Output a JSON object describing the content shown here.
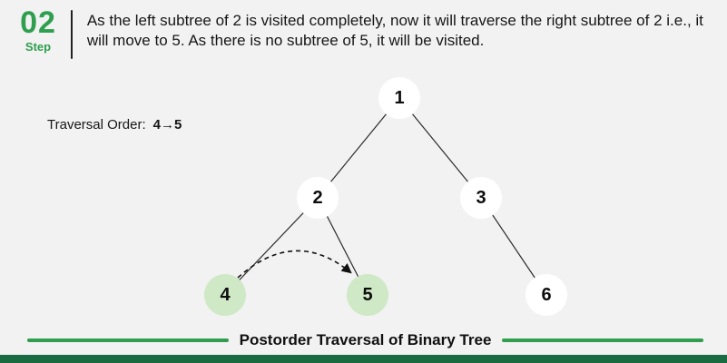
{
  "step": {
    "number": "02",
    "label": "Step"
  },
  "description": "As the left subtree of 2 is visited completely, now it will traverse the right subtree of 2 i.e., it will move to 5. As there is no subtree of 5, it will be visited.",
  "traversal": {
    "label": "Traversal Order:",
    "value": "4→5"
  },
  "tree": {
    "nodes": [
      {
        "label": "1",
        "state": "unvisited"
      },
      {
        "label": "2",
        "state": "unvisited"
      },
      {
        "label": "3",
        "state": "unvisited"
      },
      {
        "label": "4",
        "state": "visited"
      },
      {
        "label": "5",
        "state": "visited"
      },
      {
        "label": "6",
        "state": "unvisited"
      }
    ],
    "edges": [
      "1-2",
      "1-3",
      "2-4",
      "2-5",
      "3-6"
    ],
    "annotation": {
      "type": "dashed-arrow",
      "from": "4",
      "to": "5"
    }
  },
  "footer": {
    "title": "Postorder Traversal of Binary Tree"
  },
  "colors": {
    "accent": "#2f9e4f",
    "bottom_bar": "#1a6a42",
    "visited_fill": "#cfe8c5",
    "node_fill": "#ffffff"
  }
}
